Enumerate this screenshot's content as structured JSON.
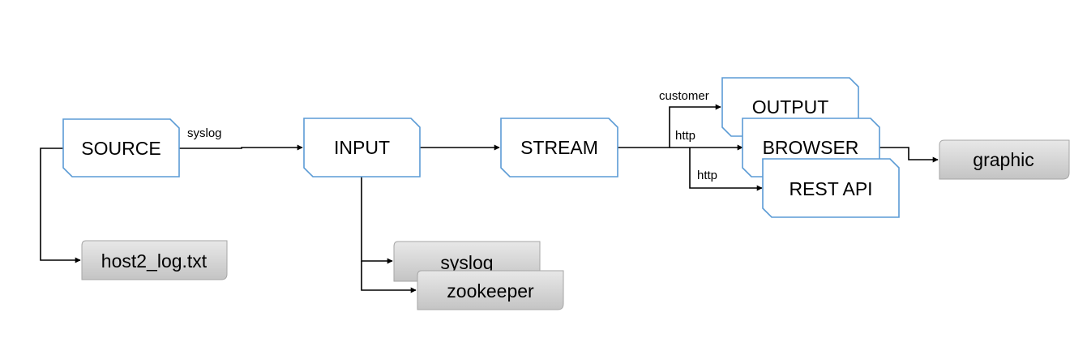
{
  "nodes": {
    "source": "SOURCE",
    "input": "INPUT",
    "stream": "STREAM",
    "output": "OUTPUT",
    "browser": "BROWSER",
    "rest_api": "REST API",
    "graphic": "graphic",
    "host_log": "host2_log.txt",
    "syslog": "syslog",
    "zookeeper": "zookeeper"
  },
  "edge_labels": {
    "source_to_input": "syslog",
    "stream_to_output": "customer",
    "stream_to_browser": "http",
    "stream_to_rest_api": "http"
  },
  "colors": {
    "process_border": "#5b9bd5",
    "data_fill_top": "#e8e8e8",
    "data_fill_bottom": "#c4c4c4",
    "arrow": "#000000"
  }
}
